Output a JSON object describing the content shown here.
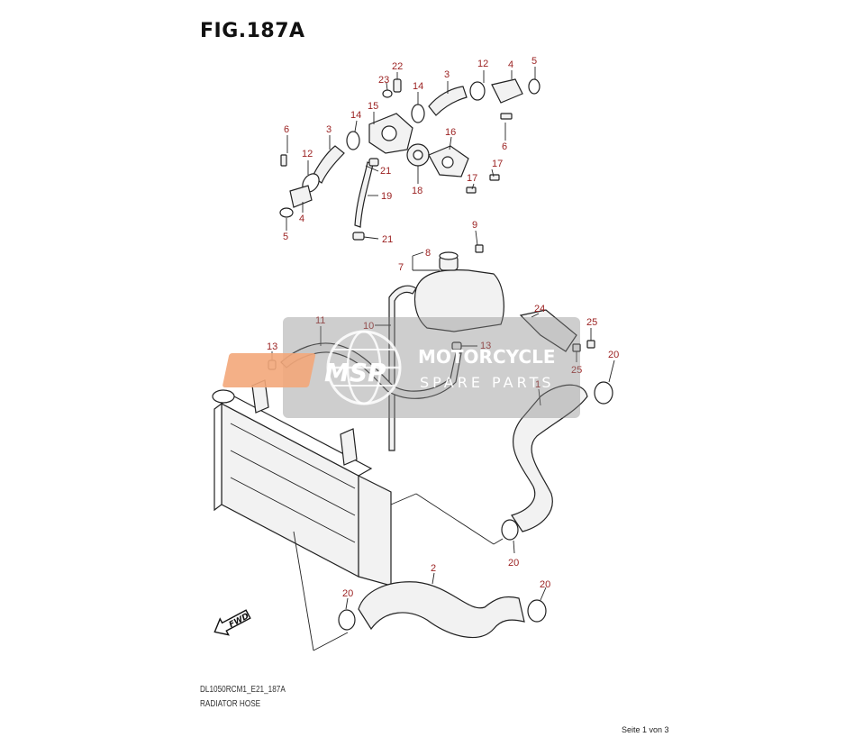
{
  "figure": {
    "title": "FIG.187A",
    "model_code": "DL1050RCM1_E21_187A",
    "description": "RADIATOR HOSE",
    "footer": "Seite 1 von 3"
  },
  "watermark": {
    "logo_text": "MSP",
    "line1": "MOTORCYCLE",
    "line2": "SPARE PARTS"
  },
  "callouts": [
    {
      "id": "c22",
      "num": "22"
    },
    {
      "id": "c23",
      "num": "23"
    },
    {
      "id": "c3a",
      "num": "3"
    },
    {
      "id": "c12a",
      "num": "12"
    },
    {
      "id": "c4a",
      "num": "4"
    },
    {
      "id": "c5a",
      "num": "5"
    },
    {
      "id": "c14a",
      "num": "14"
    },
    {
      "id": "c15",
      "num": "15"
    },
    {
      "id": "c14b",
      "num": "14"
    },
    {
      "id": "c3b",
      "num": "3"
    },
    {
      "id": "c6a",
      "num": "6"
    },
    {
      "id": "c16",
      "num": "16"
    },
    {
      "id": "c6b",
      "num": "6"
    },
    {
      "id": "c12b",
      "num": "12"
    },
    {
      "id": "c21a",
      "num": "21"
    },
    {
      "id": "c17a",
      "num": "17"
    },
    {
      "id": "c17b",
      "num": "17"
    },
    {
      "id": "c18",
      "num": "18"
    },
    {
      "id": "c19",
      "num": "19"
    },
    {
      "id": "c4b",
      "num": "4"
    },
    {
      "id": "c5b",
      "num": "5"
    },
    {
      "id": "c21b",
      "num": "21"
    },
    {
      "id": "c9",
      "num": "9"
    },
    {
      "id": "c8",
      "num": "8"
    },
    {
      "id": "c7",
      "num": "7"
    },
    {
      "id": "c24",
      "num": "24"
    },
    {
      "id": "c11",
      "num": "11"
    },
    {
      "id": "c10",
      "num": "10"
    },
    {
      "id": "c25a",
      "num": "25"
    },
    {
      "id": "c13a",
      "num": "13"
    },
    {
      "id": "c13b",
      "num": "13"
    },
    {
      "id": "c25b",
      "num": "25"
    },
    {
      "id": "c20a",
      "num": "20"
    },
    {
      "id": "c1",
      "num": "1"
    },
    {
      "id": "c20b",
      "num": "20"
    },
    {
      "id": "c2",
      "num": "2"
    },
    {
      "id": "c20c",
      "num": "20"
    },
    {
      "id": "c20d",
      "num": "20"
    }
  ],
  "fwd_label": "FWD"
}
